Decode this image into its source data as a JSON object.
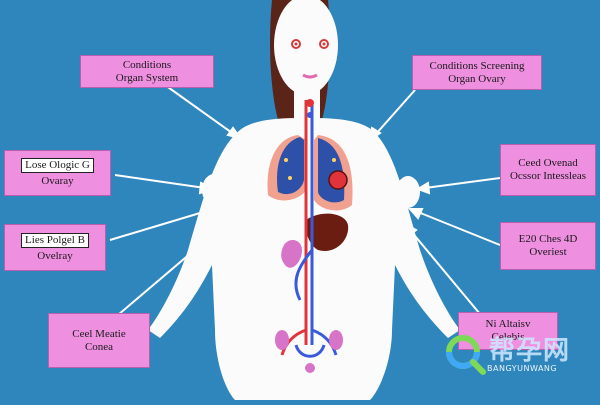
{
  "labels": {
    "top_left": {
      "line1": "Conditions",
      "line2": "Organ System"
    },
    "top_right": {
      "line1": "Conditions Screening",
      "line2": "Organ Ovary"
    },
    "mid_left": {
      "line1": "Lose Ologic G",
      "line2": "Ovaray"
    },
    "mid_right": {
      "line1": "Ceed Ovenad",
      "line2": "Ocssor Intessleas"
    },
    "low_left": {
      "line1": "Lies Polgel B",
      "line2": "Ovelray"
    },
    "low_right": {
      "line1": "E20 Ches 4D",
      "line2": "Overiest"
    },
    "bot_left": {
      "line1": "Ceel Meatie",
      "line2": "Conea"
    },
    "bot_right": {
      "line1": "Ni Altaisv",
      "line2": "Celebis"
    }
  },
  "watermark": {
    "text": "帮孕网",
    "sub": "BANGYUNWANG"
  },
  "colors": {
    "background": "#2f86bd",
    "label_fill": "#ee8fe0",
    "body": "#fbfbfb",
    "hair": "#5b2418",
    "lungs": "#2d50a8",
    "vessels": "#e0343a",
    "veins": "#3a5bd9"
  }
}
